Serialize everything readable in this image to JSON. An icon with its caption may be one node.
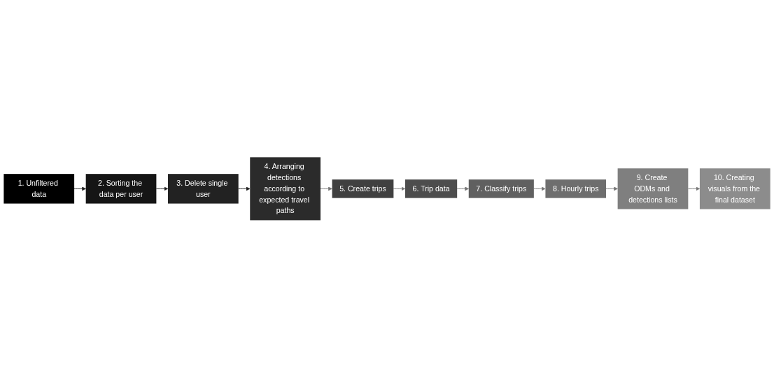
{
  "diagram": {
    "nodes": [
      {
        "text": [
          "1. Unfiltered data"
        ]
      },
      {
        "text": [
          "2. Sorting the data per user"
        ]
      },
      {
        "text": [
          "3. Delete single user"
        ]
      },
      {
        "text": [
          "4. Arranging detections according to expected travel paths"
        ]
      },
      {
        "text": [
          "5. Create trips"
        ]
      },
      {
        "text": [
          "6. Trip data"
        ]
      },
      {
        "text": [
          "7. Classify trips"
        ]
      },
      {
        "text": [
          "8. Hourly trips"
        ]
      },
      {
        "text": [
          "9. Create ODMs and detections lists"
        ]
      },
      {
        "text": [
          "10. Creating visuals from the final dataset"
        ]
      }
    ],
    "edges": [
      {
        "from": 0,
        "to": 1,
        "arrow": "to",
        "color": "#222222"
      },
      {
        "from": 1,
        "to": 2,
        "arrow": "to",
        "color": "#222222"
      },
      {
        "from": 2,
        "to": 3,
        "arrow": "to",
        "color": "#222222"
      },
      {
        "from": 3,
        "to": 4,
        "arrow": "to"
      },
      {
        "from": 4,
        "to": 5,
        "arrow": "to"
      },
      {
        "from": 5,
        "to": 6,
        "arrow": "to"
      },
      {
        "from": 6,
        "to": 7,
        "arrow": "to"
      },
      {
        "from": 7,
        "to": 8,
        "arrow": "to"
      },
      {
        "from": 8,
        "to": 9,
        "arrow": "to"
      }
    ]
  }
}
